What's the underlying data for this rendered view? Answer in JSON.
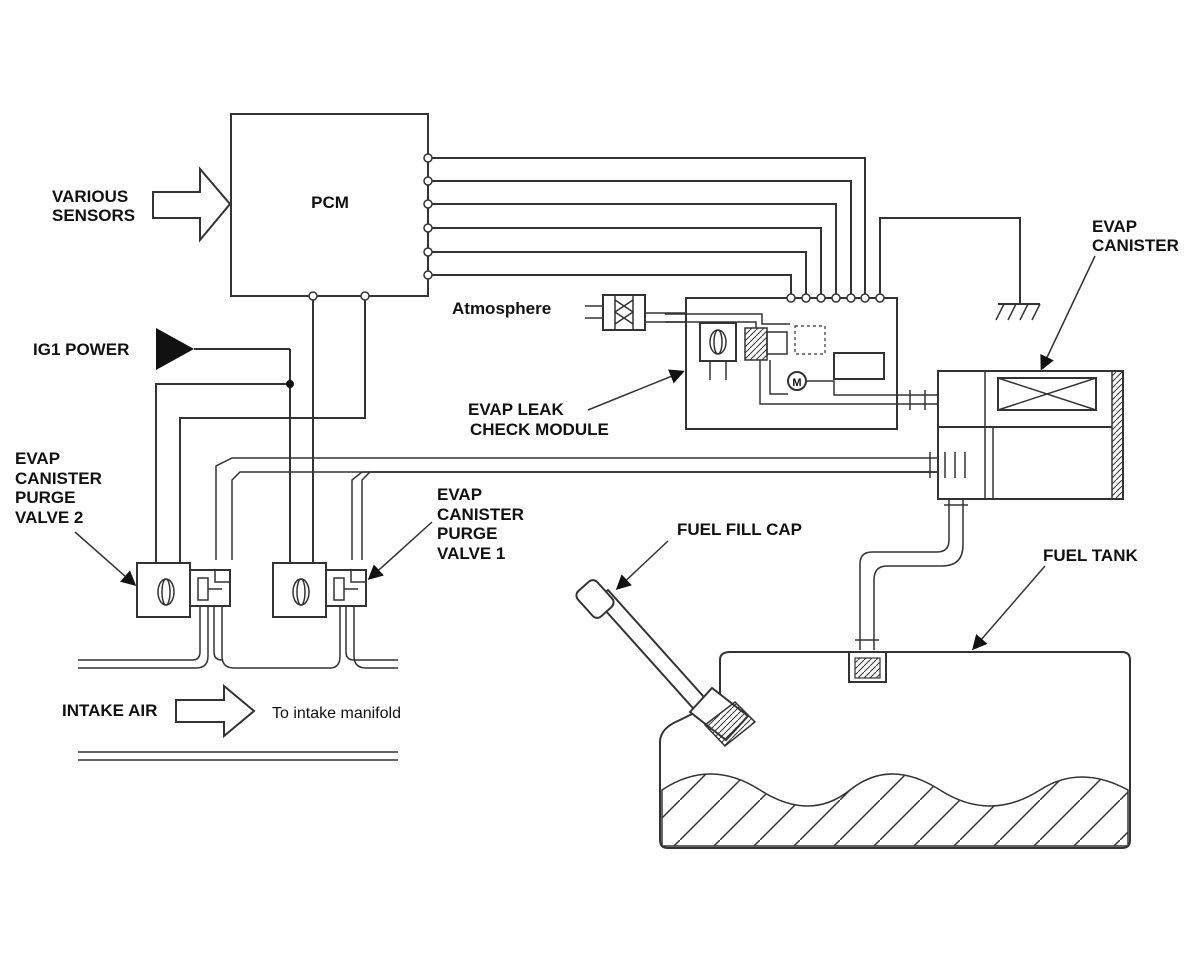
{
  "labels": {
    "pcm": "PCM",
    "various_sensors_1": "VARIOUS",
    "various_sensors_2": "SENSORS",
    "ig1_power": "IG1 POWER",
    "atmosphere": "Atmosphere",
    "evap_leak_1": "EVAP LEAK",
    "evap_leak_2": "CHECK MODULE",
    "evap_canister_1": "EVAP",
    "evap_canister_2": "CANISTER",
    "purge2_1": "EVAP",
    "purge2_2": "CANISTER",
    "purge2_3": "PURGE",
    "purge2_4": "VALVE 2",
    "purge1_1": "EVAP",
    "purge1_2": "CANISTER",
    "purge1_3": "PURGE",
    "purge1_4": "VALVE 1",
    "fuel_fill_cap": "FUEL FILL CAP",
    "fuel_tank": "FUEL TANK",
    "intake_air": "INTAKE AIR",
    "to_intake": "To intake manifold"
  },
  "motor_symbol": "M"
}
